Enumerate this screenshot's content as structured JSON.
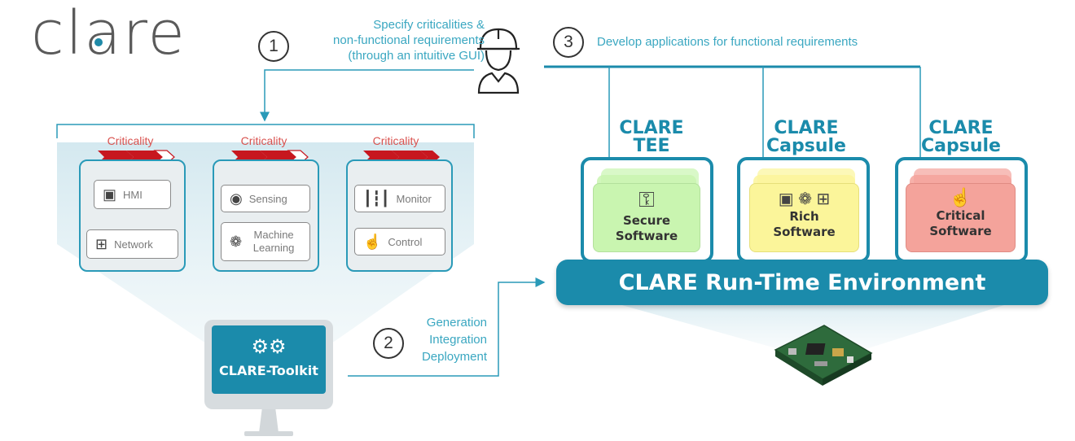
{
  "logo": {
    "text": "clare"
  },
  "steps": [
    {
      "number": "1",
      "text": [
        "Specify criticalities &",
        "non-functional requirements",
        "(through an intuitive GUI)"
      ]
    },
    {
      "number": "2",
      "text": [
        "Generation",
        "Integration",
        "Deployment"
      ]
    },
    {
      "number": "3",
      "text": [
        "Develop applications for functional requirements"
      ]
    }
  ],
  "criticality_label": "Criticality",
  "groups": [
    {
      "tiles": [
        {
          "icon": "touch-screen-icon",
          "label": "HMI"
        },
        {
          "icon": "network-icon",
          "label": "Network"
        }
      ]
    },
    {
      "tiles": [
        {
          "icon": "eye-icon",
          "label": "Sensing"
        },
        {
          "icon": "brain-icon",
          "label": "Machine Learning"
        }
      ]
    },
    {
      "tiles": [
        {
          "icon": "waveform-icon",
          "label": "Monitor"
        },
        {
          "icon": "hand-control-icon",
          "label": "Control"
        }
      ]
    }
  ],
  "toolkit": {
    "label": "CLARE-Toolkit"
  },
  "runtime": {
    "columns": [
      {
        "heading1": "CLARE",
        "heading2": "TEE",
        "card1": "Secure",
        "card2": "Software",
        "color": "#c9f5b0"
      },
      {
        "heading1": "CLARE",
        "heading2": "Capsule",
        "card1": "Rich",
        "card2": "Software",
        "color": "#fbf59a"
      },
      {
        "heading1": "CLARE",
        "heading2": "Capsule",
        "card1": "Critical",
        "card2": "Software",
        "color": "#f4a39b"
      }
    ],
    "bar_label": "CLARE Run-Time Environment"
  },
  "colors": {
    "teal": "#1b8bab",
    "critical_red": "#c7171f",
    "text_teal": "#3aa7c1"
  }
}
